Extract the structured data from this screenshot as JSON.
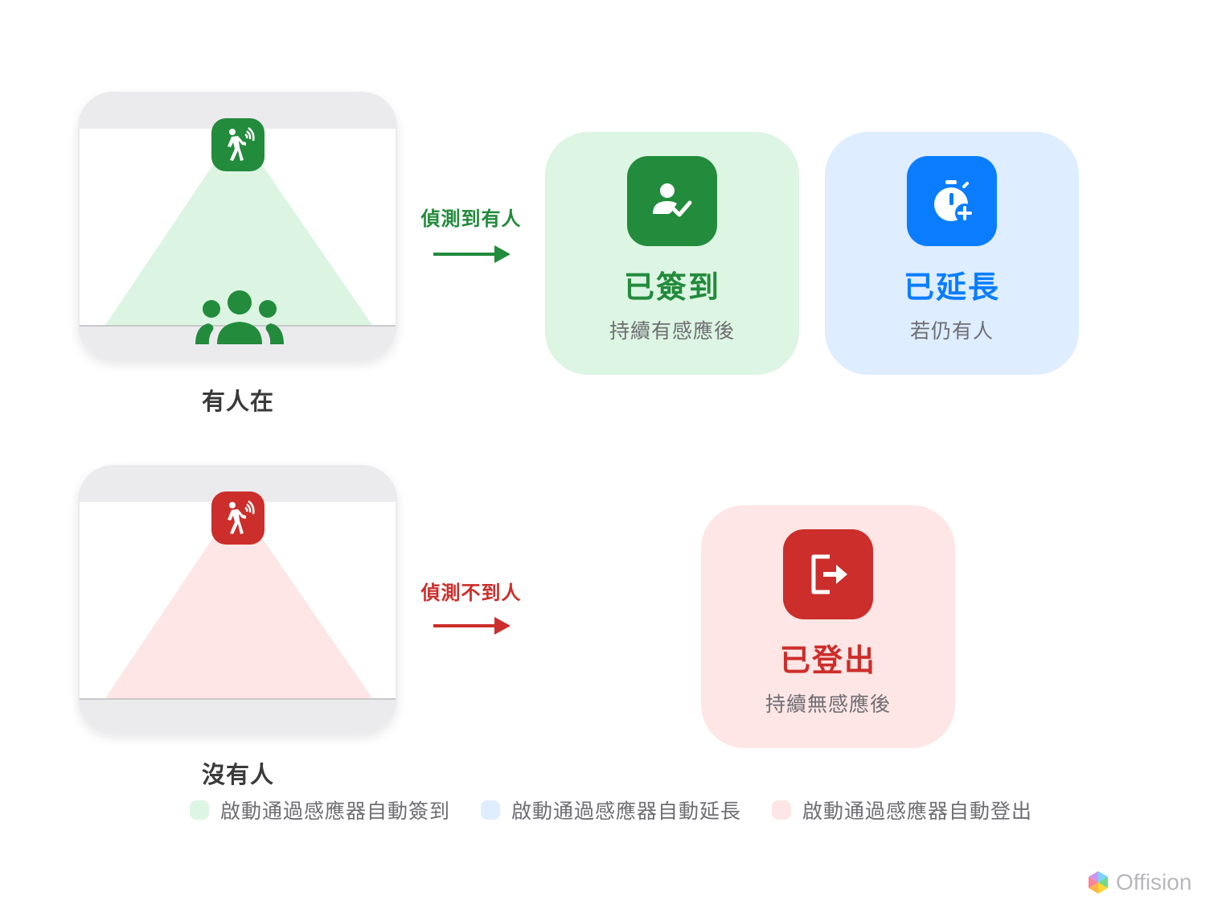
{
  "rows": [
    {
      "room_label": "有人在",
      "arrow_label": "偵測到有人",
      "accent": "#228b3c",
      "cone_color": "#dcf5e2",
      "sensor_icon": "motion-sensor-icon",
      "occupants_icon": "people-group-icon"
    },
    {
      "room_label": "沒有人",
      "arrow_label": "偵測不到人",
      "accent": "#cc2e2b",
      "cone_color": "#fde6e5",
      "sensor_icon": "motion-sensor-icon"
    }
  ],
  "cards": {
    "checkin": {
      "title": "已簽到",
      "subtitle": "持續有感應後",
      "icon": "person-check-icon",
      "color": "#228b3c",
      "bg": "#ddf5e3"
    },
    "extend": {
      "title": "已延長",
      "subtitle": "若仍有人",
      "icon": "timer-plus-icon",
      "color": "#0a7dff",
      "bg": "#deedff"
    },
    "checkout": {
      "title": "已登出",
      "subtitle": "持續無感應後",
      "icon": "exit-icon",
      "color": "#cc2e2b",
      "bg": "#fde6e5"
    }
  },
  "legend": [
    {
      "label": "啟動通過感應器自動簽到",
      "color": "#ddf5e3"
    },
    {
      "label": "啟動通過感應器自動延長",
      "color": "#deedff"
    },
    {
      "label": "啟動通過感應器自動登出",
      "color": "#fde6e5"
    }
  ],
  "brand": {
    "name": "Offision"
  }
}
